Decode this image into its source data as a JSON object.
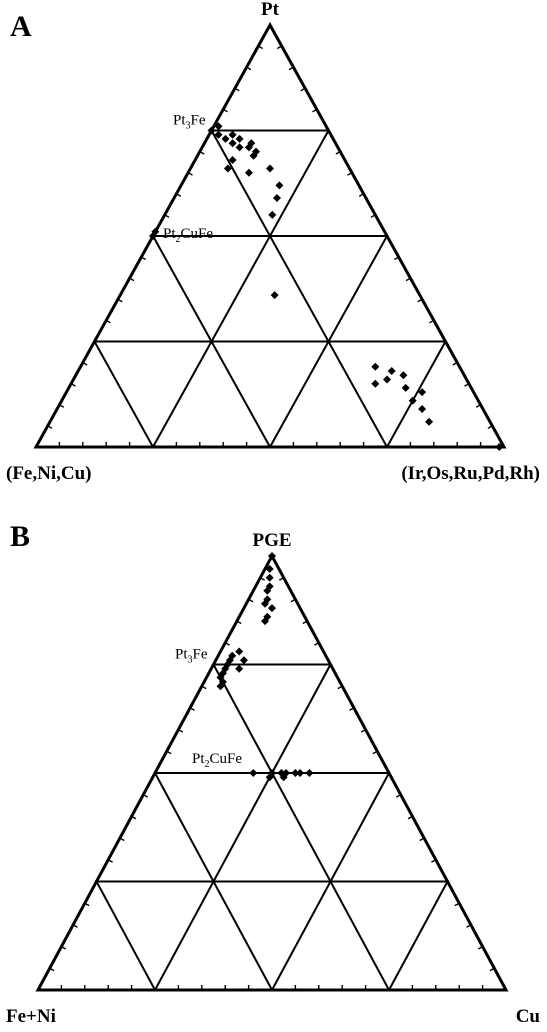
{
  "chart_data": [
    {
      "type": "scatter",
      "subtype": "ternary",
      "panel_label": "A",
      "vertices": {
        "top": "Pt",
        "left": "(Fe,Ni,Cu)",
        "right": "(Ir,Os,Ru,Pd,Rh)"
      },
      "grid_divisions": 4,
      "annotations": [
        {
          "text_main": "Pt",
          "text_sub": "3",
          "text_tail": "Fe",
          "composition": [
            0.75,
            0.25,
            0.0
          ]
        },
        {
          "text_main": "Pt",
          "text_sub": "2",
          "text_tail": "CuFe",
          "composition": [
            0.5,
            0.5,
            0.0
          ]
        }
      ],
      "points": [
        [
          0.75,
          0.25,
          0.0
        ],
        [
          0.76,
          0.23,
          0.01
        ],
        [
          0.74,
          0.24,
          0.02
        ],
        [
          0.73,
          0.23,
          0.04
        ],
        [
          0.72,
          0.22,
          0.06
        ],
        [
          0.74,
          0.21,
          0.05
        ],
        [
          0.71,
          0.21,
          0.08
        ],
        [
          0.73,
          0.2,
          0.07
        ],
        [
          0.71,
          0.19,
          0.1
        ],
        [
          0.72,
          0.18,
          0.1
        ],
        [
          0.69,
          0.19,
          0.12
        ],
        [
          0.68,
          0.24,
          0.08
        ],
        [
          0.66,
          0.26,
          0.08
        ],
        [
          0.65,
          0.22,
          0.13
        ],
        [
          0.7,
          0.18,
          0.12
        ],
        [
          0.66,
          0.17,
          0.17
        ],
        [
          0.62,
          0.17,
          0.21
        ],
        [
          0.59,
          0.19,
          0.22
        ],
        [
          0.55,
          0.22,
          0.23
        ],
        [
          0.51,
          0.49,
          0.0
        ],
        [
          0.5,
          0.5,
          0.0
        ],
        [
          0.36,
          0.31,
          0.33
        ],
        [
          0.19,
          0.18,
          0.63
        ],
        [
          0.18,
          0.15,
          0.67
        ],
        [
          0.16,
          0.17,
          0.67
        ],
        [
          0.15,
          0.2,
          0.65
        ],
        [
          0.17,
          0.13,
          0.7
        ],
        [
          0.14,
          0.14,
          0.72
        ],
        [
          0.13,
          0.11,
          0.76
        ],
        [
          0.11,
          0.14,
          0.75
        ],
        [
          0.09,
          0.13,
          0.78
        ],
        [
          0.06,
          0.13,
          0.81
        ],
        [
          0.0,
          0.01,
          0.99
        ]
      ]
    },
    {
      "type": "scatter",
      "subtype": "ternary",
      "panel_label": "B",
      "vertices": {
        "top": "PGE",
        "left": "Fe+Ni",
        "right": "Cu"
      },
      "grid_divisions": 4,
      "annotations": [
        {
          "text_main": "Pt",
          "text_sub": "3",
          "text_tail": "Fe",
          "composition": [
            0.75,
            0.25,
            0.0
          ]
        },
        {
          "text_main": "Pt",
          "text_sub": "2",
          "text_tail": "CuFe",
          "composition": [
            0.5,
            0.25,
            0.25
          ]
        }
      ],
      "points": [
        [
          1.0,
          0.0,
          0.0
        ],
        [
          0.97,
          0.02,
          0.01
        ],
        [
          0.95,
          0.03,
          0.02
        ],
        [
          0.93,
          0.04,
          0.03
        ],
        [
          0.92,
          0.05,
          0.03
        ],
        [
          0.9,
          0.06,
          0.04
        ],
        [
          0.89,
          0.07,
          0.04
        ],
        [
          0.88,
          0.06,
          0.06
        ],
        [
          0.86,
          0.08,
          0.06
        ],
        [
          0.85,
          0.09,
          0.06
        ],
        [
          0.77,
          0.2,
          0.03
        ],
        [
          0.76,
          0.21,
          0.03
        ],
        [
          0.75,
          0.22,
          0.03
        ],
        [
          0.74,
          0.23,
          0.03
        ],
        [
          0.73,
          0.24,
          0.03
        ],
        [
          0.72,
          0.25,
          0.03
        ],
        [
          0.71,
          0.25,
          0.04
        ],
        [
          0.7,
          0.26,
          0.04
        ],
        [
          0.74,
          0.2,
          0.06
        ],
        [
          0.76,
          0.18,
          0.06
        ],
        [
          0.78,
          0.18,
          0.04
        ],
        [
          0.5,
          0.29,
          0.21
        ],
        [
          0.5,
          0.25,
          0.25
        ],
        [
          0.49,
          0.26,
          0.25
        ],
        [
          0.5,
          0.23,
          0.27
        ],
        [
          0.5,
          0.22,
          0.28
        ],
        [
          0.49,
          0.23,
          0.28
        ],
        [
          0.5,
          0.2,
          0.3
        ],
        [
          0.5,
          0.19,
          0.31
        ],
        [
          0.5,
          0.17,
          0.33
        ]
      ]
    }
  ]
}
